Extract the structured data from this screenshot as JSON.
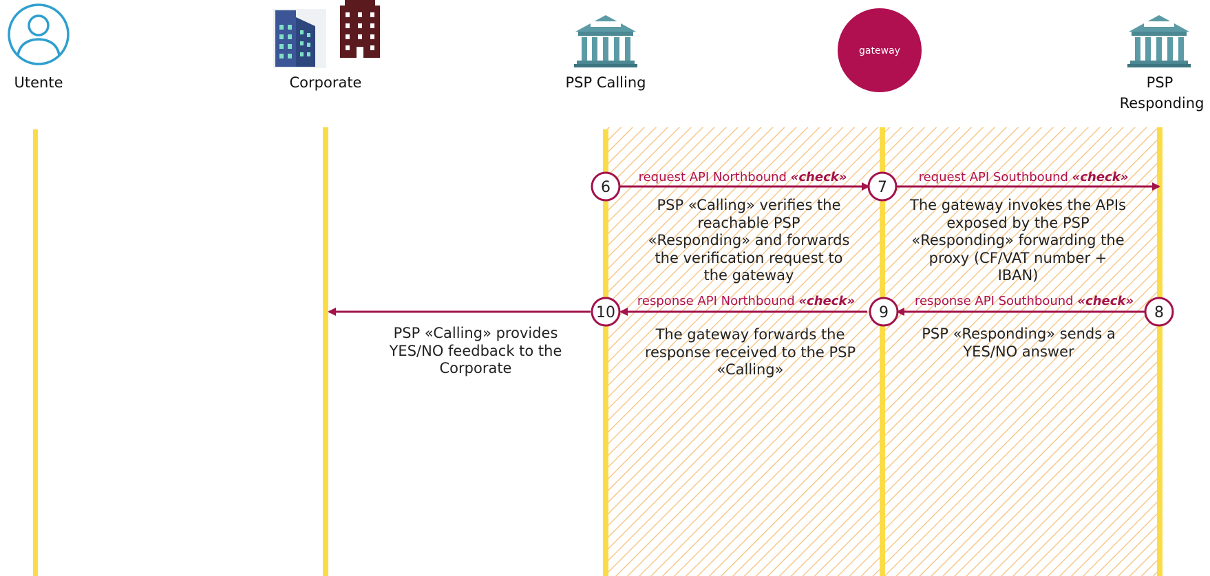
{
  "actors": {
    "utente": {
      "label": "Utente"
    },
    "corporate": {
      "label": "Corporate"
    },
    "psp_calling": {
      "label": "PSP Calling"
    },
    "gateway": {
      "label": "gateway"
    },
    "psp_responding": {
      "label_line1": "PSP",
      "label_line2": "Responding"
    }
  },
  "messages": [
    {
      "step": "6",
      "label": "request API Northbound ",
      "keyword": "«check»"
    },
    {
      "step": "7",
      "label": "request API Southbound ",
      "keyword": "«check»"
    },
    {
      "step": "8",
      "label": "response API Southbound ",
      "keyword": "«check»"
    },
    {
      "step": "9",
      "label": "response API Northbound ",
      "keyword": "«check»"
    },
    {
      "step": "10",
      "label": ""
    }
  ],
  "descriptions": {
    "step6": [
      "PSP «Calling» verifies the",
      "reachable PSP",
      "«Responding» and forwards",
      "the verification request to",
      "the gateway"
    ],
    "step7": [
      "The gateway invokes the APIs",
      "exposed by the PSP",
      "«Responding» forwarding the",
      "proxy (CF/VAT number +",
      "IBAN)"
    ],
    "step8": [
      "PSP «Responding» sends a",
      "YES/NO answer"
    ],
    "step9": [
      "The gateway forwards the",
      "response received to the PSP",
      "«Calling»"
    ],
    "step10": [
      "PSP «Calling» provides",
      "YES/NO feedback to the",
      "Corporate"
    ]
  },
  "colors": {
    "lifeline": "#fbdc46",
    "accent": "#a3124a",
    "hatch": "#f7c98c",
    "gateway_fill": "#b0104f"
  },
  "icons": {
    "utente": "user-icon",
    "corporate": "office-buildings-icon",
    "psp_calling": "bank-icon",
    "psp_responding": "bank-icon"
  }
}
